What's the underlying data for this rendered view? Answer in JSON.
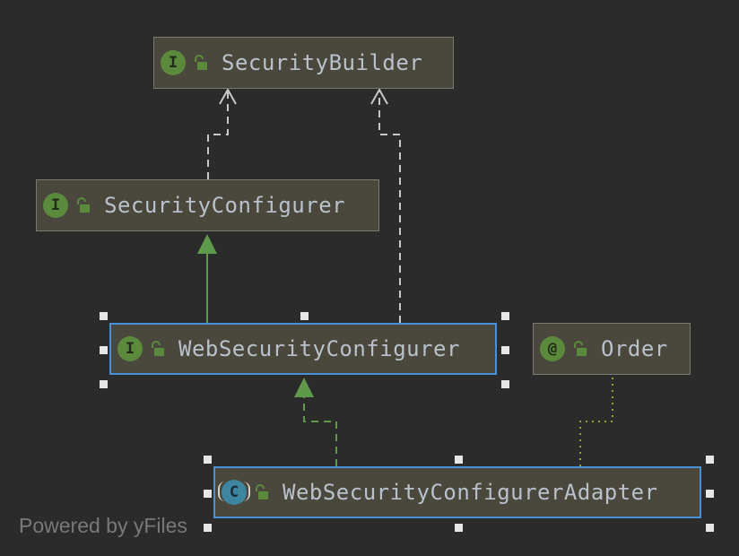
{
  "diagram": {
    "nodes": {
      "security_builder": {
        "label": "SecurityBuilder",
        "kind": "I",
        "kind_type": "interface"
      },
      "security_configurer": {
        "label": "SecurityConfigurer",
        "kind": "I",
        "kind_type": "interface"
      },
      "web_security_configurer": {
        "label": "WebSecurityConfigurer",
        "kind": "I",
        "kind_type": "interface",
        "selected": true
      },
      "order": {
        "label": "Order",
        "kind": "@",
        "kind_type": "annotation"
      },
      "web_security_configurer_adapter": {
        "label": "WebSecurityConfigurerAdapter",
        "kind": "C",
        "kind_type": "class",
        "selected": true
      }
    },
    "edges": [
      {
        "from": "security_configurer",
        "to": "security_builder",
        "type": "implements-dashed"
      },
      {
        "from": "web_security_configurer",
        "to": "security_builder",
        "type": "implements-dashed"
      },
      {
        "from": "web_security_configurer",
        "to": "security_configurer",
        "type": "extends-solid"
      },
      {
        "from": "web_security_configurer_adapter",
        "to": "web_security_configurer",
        "type": "implements-dashed"
      },
      {
        "from": "web_security_configurer_adapter",
        "to": "order",
        "type": "annotated-dotted"
      }
    ]
  },
  "watermark": "Powered by yFiles",
  "colors": {
    "background": "#2b2b2b",
    "node_fill": "#4a473d",
    "node_border": "#7b7b74",
    "selected_border": "#4a90d9",
    "text": "#b9c1cb",
    "interface_badge": "#5c8a3c",
    "class_badge": "#3e86a0",
    "inheritance_edge": "#5f9a4a",
    "realization_edge": "#c8c8c8",
    "annotation_edge": "#8ea23a"
  }
}
